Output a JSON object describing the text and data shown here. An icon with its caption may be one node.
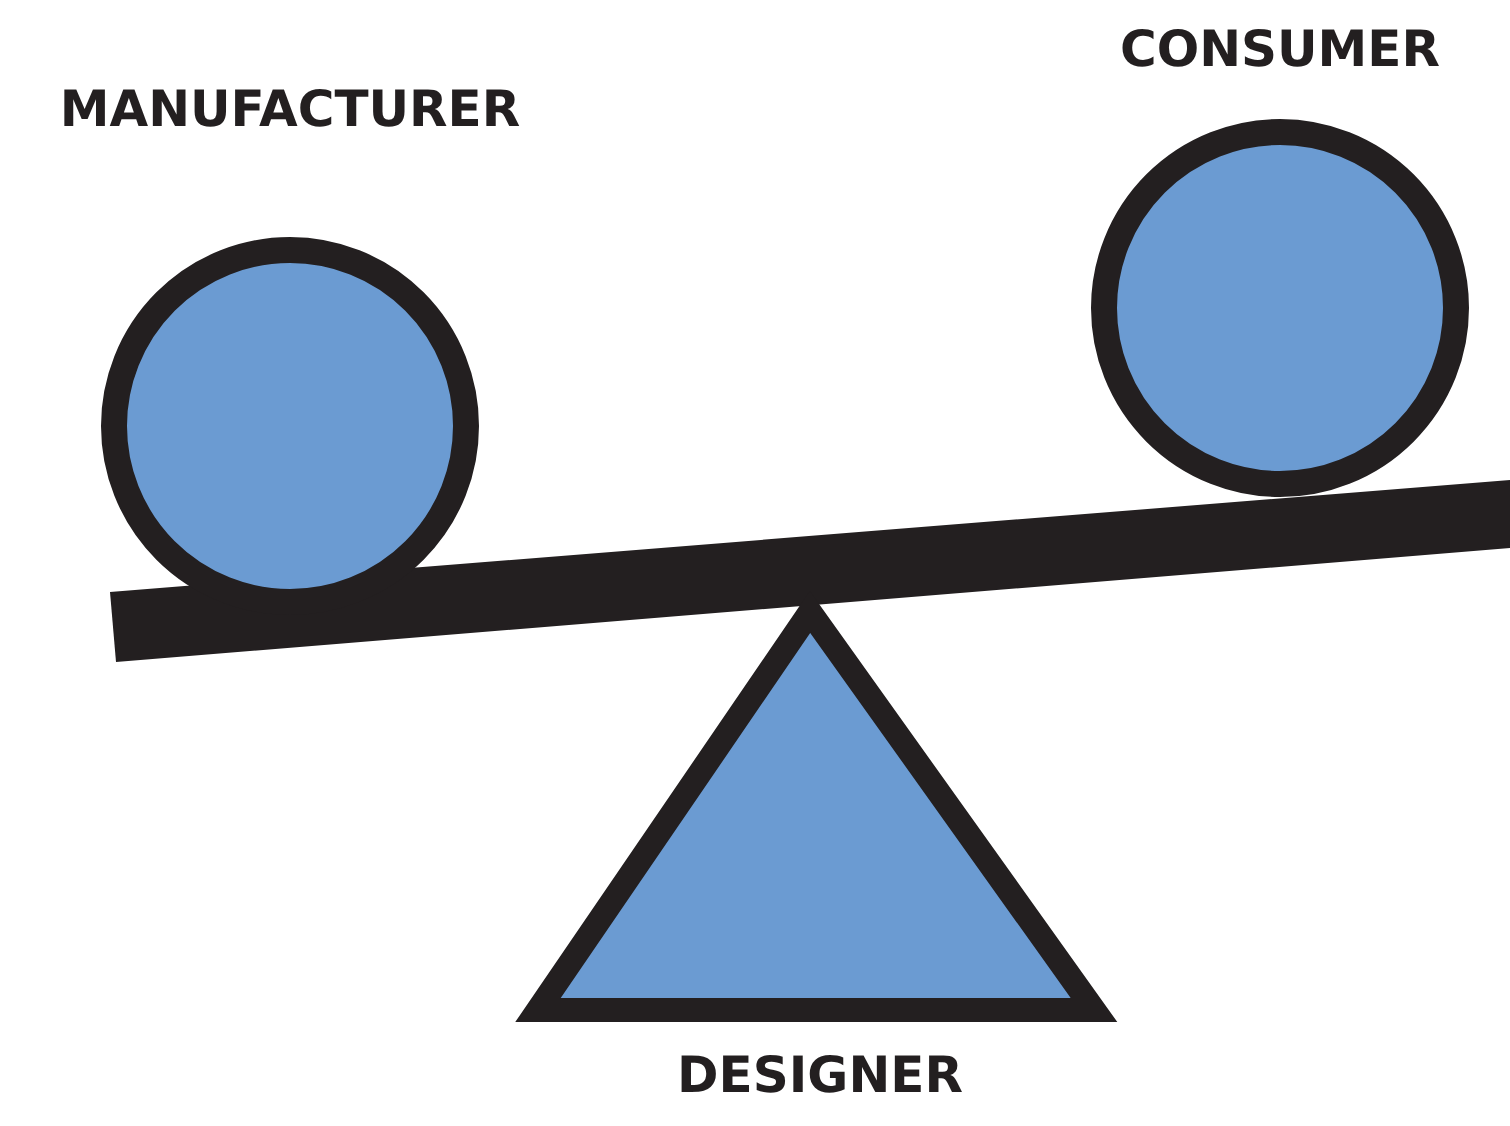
{
  "diagram": {
    "nodes": [
      {
        "text": [
          "MANUFACTURER"
        ]
      },
      {
        "text": [
          "CONSUMER"
        ]
      },
      {
        "text": [],
        "shape": "bar"
      },
      {
        "text": [
          "DESIGNER"
        ]
      }
    ]
  }
}
